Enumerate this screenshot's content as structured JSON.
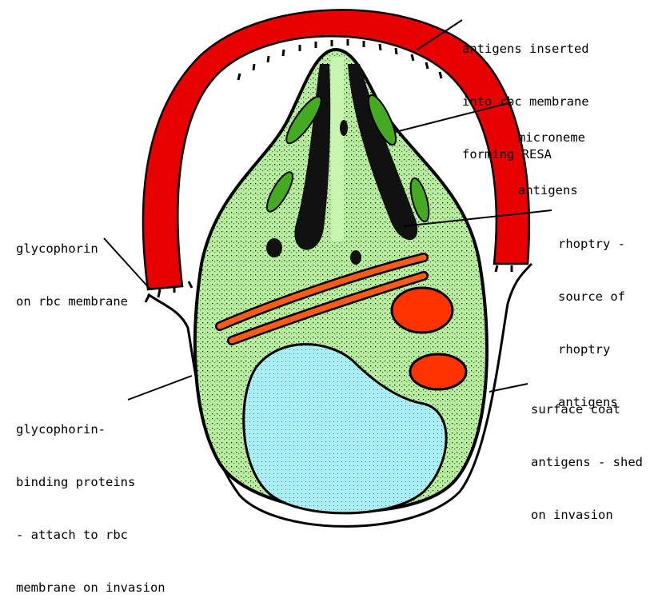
{
  "colors": {
    "cell": "#b8f0a0",
    "cell_stipple": "#1a1a1a",
    "rbc_membrane": "#e60000",
    "nucleus": "#a8f0f5",
    "mitochondria": "#ff3300",
    "microneme": "#44aa22",
    "rhoptry": "#111111",
    "outline": "#000000"
  },
  "labels": {
    "resa": [
      "antigens inserted",
      "into rbc membrane",
      "forming RESA"
    ],
    "microneme": [
      "microneme",
      "antigens"
    ],
    "glycophorin": [
      "glycophorin",
      "on rbc membrane"
    ],
    "rhoptry": [
      "rhoptry -",
      "source of",
      "rhoptry",
      "antigens"
    ],
    "binding": [
      "glycophorin-",
      "binding proteins",
      "- attach to rbc",
      "membrane on invasion"
    ],
    "surface": [
      "surface coat",
      "antigens - shed",
      "on invasion"
    ]
  }
}
